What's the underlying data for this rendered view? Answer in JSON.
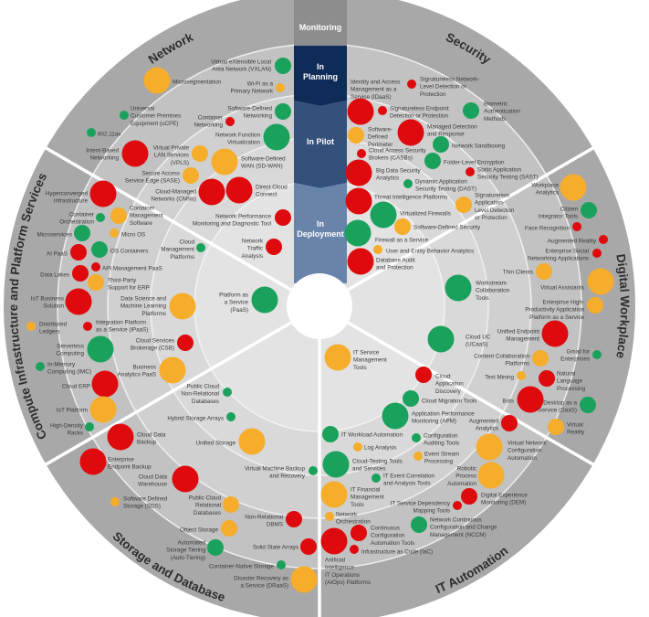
{
  "stages": [
    "Monitoring",
    "In Planning",
    "In Pilot",
    "In Deployment"
  ],
  "colors": {
    "red": "#de0a0d",
    "yellow": "#f5ad2b",
    "green": "#1aa25c"
  },
  "sectors": [
    {
      "name": "Network",
      "items": [
        {
          "label": [
            "Virtual eXtensible Local",
            "Area Network (VXLAN)"
          ],
          "status": "green",
          "size": 2
        },
        {
          "label": [
            "Microsegmentation"
          ],
          "status": "yellow",
          "size": 3
        },
        {
          "label": [
            "Wi-Fi as a",
            "Primary Network"
          ],
          "status": "yellow",
          "size": 1
        },
        {
          "label": [
            "Software-Defined",
            "Networking"
          ],
          "status": "green",
          "size": 2
        },
        {
          "label": [
            "Container",
            "Networking"
          ],
          "status": "red",
          "size": 1
        },
        {
          "label": [
            "Universal",
            "Customer Premises",
            "Equipment (uCPE)"
          ],
          "status": "green",
          "size": 1
        },
        {
          "label": [
            "802.11ax"
          ],
          "status": "green",
          "size": 1
        },
        {
          "label": [
            "Network Function",
            "Virtualization"
          ],
          "status": "green",
          "size": 3
        },
        {
          "label": [
            "Intent-Based",
            "Networking"
          ],
          "status": "red",
          "size": 3
        },
        {
          "label": [
            "Virtual Private",
            "LAN Services",
            "(VPLS)"
          ],
          "status": "yellow",
          "size": 2
        },
        {
          "label": [
            "Software-Defined",
            "WAN (SD-WAN)"
          ],
          "status": "yellow",
          "size": 3
        },
        {
          "label": [
            "Secure Access",
            "Service Edge (SASE)"
          ],
          "status": "yellow",
          "size": 2
        },
        {
          "label": [
            "Cloud-Managed",
            "Networks (CMNs)"
          ],
          "status": "red",
          "size": 3
        },
        {
          "label": [
            "Direct Cloud",
            "Connect"
          ],
          "status": "red",
          "size": 3
        },
        {
          "label": [
            "Network Performance",
            "Monitoring and Diagnostic Tool"
          ],
          "status": "red",
          "size": 2
        },
        {
          "label": [
            "Network",
            "Traffic",
            "Analysis"
          ],
          "status": "red",
          "size": 2
        },
        {
          "label": [
            "Cloud",
            "Management",
            "Platforms"
          ],
          "status": "green",
          "size": 1
        },
        {
          "label": [
            "Platform as",
            "a Service",
            "(PaaS)"
          ],
          "status": "green",
          "size": 3
        }
      ]
    },
    {
      "name": "Compute Infrastructure and Platform Services",
      "items": [
        {
          "label": [
            "Hyperconverged",
            "Infrastructure"
          ],
          "status": "red",
          "size": 3
        },
        {
          "label": [
            "Container",
            "Orchestration"
          ],
          "status": "green",
          "size": 1
        },
        {
          "label": [
            "Container",
            "Management",
            "Software"
          ],
          "status": "yellow",
          "size": 2
        },
        {
          "label": [
            "Microservices"
          ],
          "status": "green",
          "size": 2
        },
        {
          "label": [
            "Micro OS"
          ],
          "status": "yellow",
          "size": 1
        },
        {
          "label": [
            "AI PaaS"
          ],
          "status": "red",
          "size": 2
        },
        {
          "label": [
            "OS Containers"
          ],
          "status": "green",
          "size": 2
        },
        {
          "label": [
            "API Management PaaS"
          ],
          "status": "red",
          "size": 1
        },
        {
          "label": [
            "Data Lakes"
          ],
          "status": "red",
          "size": 2
        },
        {
          "label": [
            "Third-Party",
            "Support for ERP"
          ],
          "status": "yellow",
          "size": 2
        },
        {
          "label": [
            "IoT Business",
            "Solution"
          ],
          "status": "red",
          "size": 3
        },
        {
          "label": [
            "Data Science and",
            "Machine Learning",
            "Platforms"
          ],
          "status": "yellow",
          "size": 3
        },
        {
          "label": [
            "Distributed",
            "Ledgers"
          ],
          "status": "yellow",
          "size": 1
        },
        {
          "label": [
            "Integration Platform",
            "as a Service (iPaaS)"
          ],
          "status": "red",
          "size": 1
        },
        {
          "label": [
            "Serverless",
            "Computing"
          ],
          "status": "green",
          "size": 3
        },
        {
          "label": [
            "Cloud Services",
            "Brokerage (CSB)"
          ],
          "status": "red",
          "size": 2
        },
        {
          "label": [
            "In-Memory",
            "Computing (IMC)"
          ],
          "status": "green",
          "size": 1
        },
        {
          "label": [
            "Business",
            "Analytics PaaS"
          ],
          "status": "yellow",
          "size": 3
        },
        {
          "label": [
            "Cloud ERP"
          ],
          "status": "red",
          "size": 3
        },
        {
          "label": [
            "IoT Platform"
          ],
          "status": "yellow",
          "size": 3
        },
        {
          "label": [
            "High-Density",
            "Racks"
          ],
          "status": "green",
          "size": 1
        }
      ]
    },
    {
      "name": "Storage and Database",
      "items": [
        {
          "label": [
            "Public Cloud",
            "Non-Relational",
            "Databases"
          ],
          "status": "green",
          "size": 1
        },
        {
          "label": [
            "Hybrid Storage Arrays"
          ],
          "status": "green",
          "size": 1
        },
        {
          "label": [
            "Cloud Data",
            "Backup"
          ],
          "status": "red",
          "size": 3
        },
        {
          "label": [
            "Unified Storage"
          ],
          "status": "yellow",
          "size": 3
        },
        {
          "label": [
            "Enterprise",
            "Endpoint Backup"
          ],
          "status": "red",
          "size": 3
        },
        {
          "label": [
            "Virtual Machine Backup",
            "and Recovery"
          ],
          "status": "green",
          "size": 1
        },
        {
          "label": [
            "Cloud Data",
            "Warehouse"
          ],
          "status": "red",
          "size": 3
        },
        {
          "label": [
            "Software Defined",
            "Storage (SDS)"
          ],
          "status": "yellow",
          "size": 1
        },
        {
          "label": [
            "Public Cloud",
            "Relational",
            "Databases"
          ],
          "status": "yellow",
          "size": 2
        },
        {
          "label": [
            "Non-Relational",
            "DBMS"
          ],
          "status": "red",
          "size": 2
        },
        {
          "label": [
            "Object Storage"
          ],
          "status": "yellow",
          "size": 2
        },
        {
          "label": [
            "Automated",
            "Storage Tiering",
            "(Auto-Tiering)"
          ],
          "status": "green",
          "size": 2
        },
        {
          "label": [
            "Solid State Arrays"
          ],
          "status": "red",
          "size": 2
        },
        {
          "label": [
            "Container-Native Storage"
          ],
          "status": "green",
          "size": 1
        },
        {
          "label": [
            "Disaster Recovery as",
            "a Service (DRaaS)"
          ],
          "status": "yellow",
          "size": 3
        }
      ]
    },
    {
      "name": "IT Automation",
      "items": [
        {
          "label": [
            "IT Service",
            "Management",
            "Tools"
          ],
          "status": "yellow",
          "size": 3
        },
        {
          "label": [
            "Cloud",
            "Application",
            "Discovery"
          ],
          "status": "red",
          "size": 2
        },
        {
          "label": [
            "Cloud Migration Tools"
          ],
          "status": "green",
          "size": 2
        },
        {
          "label": [
            "Application Performance",
            "Monitoring (APM)"
          ],
          "status": "green",
          "size": 3
        },
        {
          "label": [
            "Augmented",
            "Analytics"
          ],
          "status": "red",
          "size": 2
        },
        {
          "label": [
            "IT Workload Automation"
          ],
          "status": "green",
          "size": 2
        },
        {
          "label": [
            "Configuration",
            "Auditing Tools"
          ],
          "status": "green",
          "size": 1
        },
        {
          "label": [
            "Log Analysis"
          ],
          "status": "yellow",
          "size": 1
        },
        {
          "label": [
            "Event Stream",
            "Processing"
          ],
          "status": "yellow",
          "size": 1
        },
        {
          "label": [
            "Virtual Network",
            "Configuration",
            "Automation"
          ],
          "status": "yellow",
          "size": 3
        },
        {
          "label": [
            "Cloud-Testing Tools",
            "and Services"
          ],
          "status": "green",
          "size": 3
        },
        {
          "label": [
            "IT Event Correlation",
            "and Analysis Tools"
          ],
          "status": "green",
          "size": 1
        },
        {
          "label": [
            "Robotic",
            "Process",
            "Automation"
          ],
          "status": "yellow",
          "size": 3
        },
        {
          "label": [
            "IT Financial",
            "Management",
            "Tools"
          ],
          "status": "yellow",
          "size": 3
        },
        {
          "label": [
            "Digital Experience",
            "Monitoring (DEM)"
          ],
          "status": "red",
          "size": 2
        },
        {
          "label": [
            "IT Service Dependency",
            "Mapping Tools"
          ],
          "status": "red",
          "size": 1
        },
        {
          "label": [
            "Network",
            "Orchestration"
          ],
          "status": "yellow",
          "size": 1
        },
        {
          "label": [
            "Network Continuous",
            "Configuration and Change",
            "Management (NCCM)"
          ],
          "status": "green",
          "size": 2
        },
        {
          "label": [
            "Continuous",
            "Configuration",
            "Automation Tools"
          ],
          "status": "red",
          "size": 2
        },
        {
          "label": [
            "Artificial",
            "Intelligence",
            "IT Operations",
            "(AIOps) Platforms"
          ],
          "status": "red",
          "size": 3
        },
        {
          "label": [
            "Infrastructure as Code (IaC)"
          ],
          "status": "red",
          "size": 1
        }
      ]
    },
    {
      "name": "Digital Workplace",
      "items": [
        {
          "label": [
            "Workplace",
            "Analytics"
          ],
          "status": "yellow",
          "size": 3
        },
        {
          "label": [
            "Citizen",
            "Integrator Tools"
          ],
          "status": "green",
          "size": 2
        },
        {
          "label": [
            "Face Recognition"
          ],
          "status": "red",
          "size": 1
        },
        {
          "label": [
            "Augmented Reality"
          ],
          "status": "red",
          "size": 1
        },
        {
          "label": [
            "Enterprise Social",
            "Networking Applications"
          ],
          "status": "red",
          "size": 1
        },
        {
          "label": [
            "Thin Clients"
          ],
          "status": "yellow",
          "size": 2
        },
        {
          "label": [
            "Virtual Assistants"
          ],
          "status": "yellow",
          "size": 3
        },
        {
          "label": [
            "Enterprise High-",
            "Productivity Application",
            "Platform as a Service"
          ],
          "status": "yellow",
          "size": 2
        },
        {
          "label": [
            "Workstream",
            "Collaboration",
            "Tools"
          ],
          "status": "green",
          "size": 3
        },
        {
          "label": [
            "Cloud UC",
            "(UCaaS)"
          ],
          "status": "green",
          "size": 3
        },
        {
          "label": [
            "Unified Endpoint",
            "Management"
          ],
          "status": "red",
          "size": 3
        },
        {
          "label": [
            "Gmail for",
            "Enterprises"
          ],
          "status": "green",
          "size": 1
        },
        {
          "label": [
            "Content Collaboration",
            "Platforms"
          ],
          "status": "yellow",
          "size": 2
        },
        {
          "label": [
            "Text Mining"
          ],
          "status": "yellow",
          "size": 1
        },
        {
          "label": [
            "Natural",
            "Language",
            "Processing"
          ],
          "status": "red",
          "size": 2
        },
        {
          "label": [
            "Bots"
          ],
          "status": "red",
          "size": 3
        },
        {
          "label": [
            "Desktop as a",
            "Service (DaaS)"
          ],
          "status": "green",
          "size": 2
        },
        {
          "label": [
            "Virtual",
            "Reality"
          ],
          "status": "yellow",
          "size": 2
        }
      ]
    },
    {
      "name": "Security",
      "items": [
        {
          "label": [
            "Identity and Access",
            "Management as a",
            "Service (IDaaS)"
          ],
          "status": "red",
          "size": 3
        },
        {
          "label": [
            "Signatureless Network-",
            "Level Detection or",
            "Protection"
          ],
          "status": "red",
          "size": 1
        },
        {
          "label": [
            "Signatureless Endpoint",
            "Detection or Protection"
          ],
          "status": "red",
          "size": 1
        },
        {
          "label": [
            "Biometric",
            "Authentication",
            "Methods"
          ],
          "status": "green",
          "size": 2
        },
        {
          "label": [
            "Software-",
            "Defined",
            "Perimeter"
          ],
          "status": "yellow",
          "size": 2
        },
        {
          "label": [
            "Managed Detection",
            "and Response"
          ],
          "status": "red",
          "size": 3
        },
        {
          "label": [
            "Network Sandboxing"
          ],
          "status": "green",
          "size": 2
        },
        {
          "label": [
            "Cloud Access Security",
            "Brokers (CASBs)"
          ],
          "status": "red",
          "size": 1
        },
        {
          "label": [
            "Folder-Level Encryption"
          ],
          "status": "green",
          "size": 2
        },
        {
          "label": [
            "Big Data Security",
            "Analytics"
          ],
          "status": "red",
          "size": 3
        },
        {
          "label": [
            "Static Application",
            "Security Testing (SAST)"
          ],
          "status": "red",
          "size": 1
        },
        {
          "label": [
            "Dynamic Application",
            "Security Testing (DAST)"
          ],
          "status": "green",
          "size": 1
        },
        {
          "label": [
            "Threat Intelligence Platforms"
          ],
          "status": "red",
          "size": 3
        },
        {
          "label": [
            "Signatureless",
            "Application-",
            "Level Detection",
            "or Protection"
          ],
          "status": "yellow",
          "size": 2
        },
        {
          "label": [
            "Virtualized Firewalls"
          ],
          "status": "green",
          "size": 3
        },
        {
          "label": [
            "Software-Defined Security"
          ],
          "status": "yellow",
          "size": 2
        },
        {
          "label": [
            "Firewall as a Service"
          ],
          "status": "green",
          "size": 3
        },
        {
          "label": [
            "User and Entity Behavior Analytics"
          ],
          "status": "yellow",
          "size": 1
        },
        {
          "label": [
            "Database Audit",
            "and Protection"
          ],
          "status": "red",
          "size": 3
        }
      ]
    }
  ]
}
